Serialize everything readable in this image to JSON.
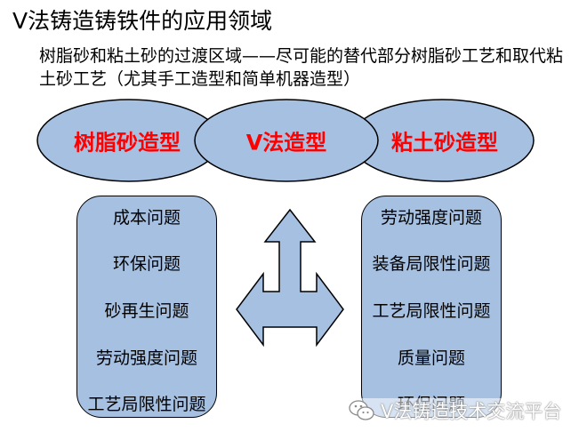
{
  "title": "V法铸造铸铁件的应用领域",
  "subtitle": "树脂砂和粘土砂的过渡区域——尽可能的替代部分树脂砂工艺和取代粘土砂工艺（尤其手工造型和简单机器造型）",
  "ellipses": {
    "left": "树脂砂造型",
    "center": "V法造型",
    "right": "粘土砂造型"
  },
  "left_panel": {
    "items": [
      "成本问题",
      "环保问题",
      "砂再生问题",
      "劳动强度问题",
      "工艺局限性问题"
    ]
  },
  "right_panel": {
    "items": [
      "劳动强度问题",
      "装备局限性问题",
      "工艺局限性问题",
      "质量问题",
      "环保问题"
    ]
  },
  "watermark": {
    "text": "V法铸造技术交流平台",
    "icon": "wechat-icon"
  },
  "colors": {
    "shape_fill": "#a6c0e2",
    "label_red": "#ff0000",
    "outline": "#000000"
  }
}
